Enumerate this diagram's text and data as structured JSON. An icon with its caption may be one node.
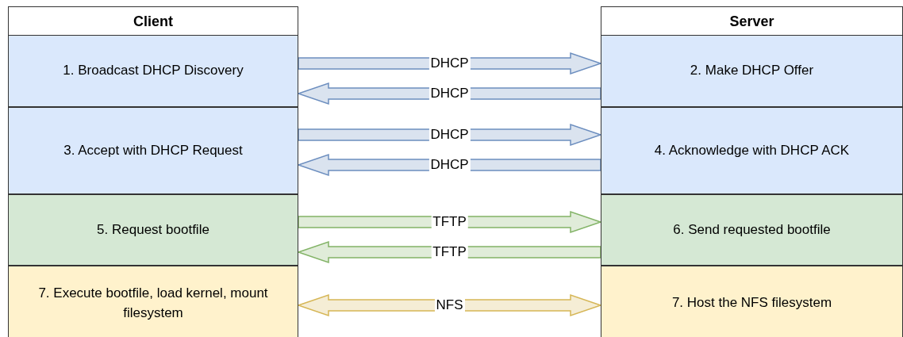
{
  "diagram": {
    "nodes": [
      {
        "text": [
          "Client"
        ]
      },
      {
        "text": [
          "1. Broadcast DHCP Discovery"
        ],
        "in": 0
      },
      {
        "text": [
          "3. Accept with DHCP Request"
        ],
        "in": 0
      },
      {
        "text": [
          "5. Request bootfile"
        ],
        "in": 0
      },
      {
        "text": [
          "7. Execute bootfile, load kernel, mount filesystem"
        ],
        "in": 0
      },
      {
        "text": [
          "Server"
        ]
      },
      {
        "text": [
          "2. Make DHCP Offer"
        ],
        "in": 5
      },
      {
        "text": [
          "4. Acknowledge with DHCP ACK"
        ],
        "in": 5
      },
      {
        "text": [
          "6. Send requested bootfile"
        ],
        "in": 5
      },
      {
        "text": [
          "7. Host the NFS filesystem"
        ],
        "in": 5
      }
    ],
    "edges": [
      {
        "from": 1,
        "to": 6,
        "arrow": "to",
        "label": "DHCP"
      },
      {
        "from": 6,
        "to": 1,
        "arrow": "to",
        "label": "DHCP"
      },
      {
        "from": 2,
        "to": 7,
        "arrow": "to",
        "label": "DHCP"
      },
      {
        "from": 7,
        "to": 2,
        "arrow": "to",
        "label": "DHCP"
      },
      {
        "from": 3,
        "to": 8,
        "arrow": "to",
        "label": "TFTP",
        "color": "#82b366"
      },
      {
        "from": 8,
        "to": 3,
        "arrow": "to",
        "label": "TFTP",
        "color": "#82b366"
      },
      {
        "from": 4,
        "to": 9,
        "arrow": "both",
        "label": "NFS",
        "color": "#d6b656"
      }
    ]
  }
}
